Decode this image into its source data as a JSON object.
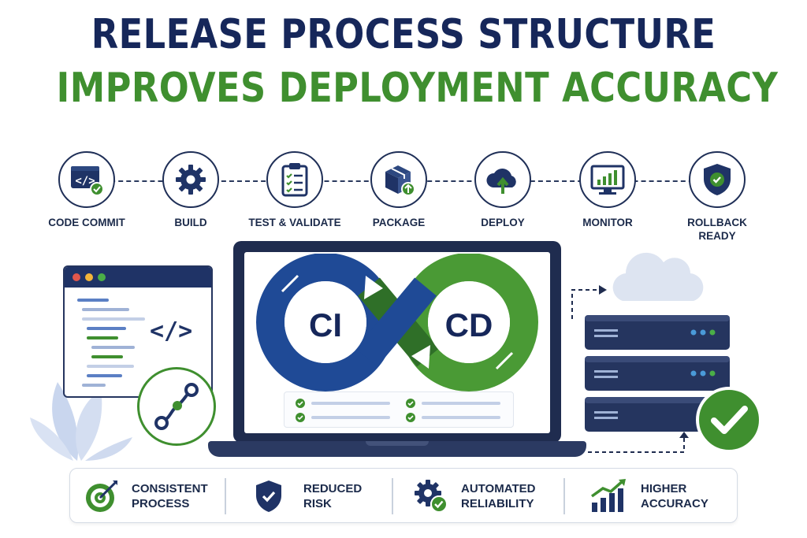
{
  "header": {
    "title_line1": "RELEASE PROCESS STRUCTURE",
    "title_line2": "IMPROVES DEPLOYMENT ACCURACY"
  },
  "pipeline": {
    "stages": [
      {
        "label": "CODE COMMIT",
        "icon": "code-commit-icon"
      },
      {
        "label": "BUILD",
        "icon": "gear-icon"
      },
      {
        "label": "TEST & VALIDATE",
        "icon": "clipboard-checklist-icon"
      },
      {
        "label": "PACKAGE",
        "icon": "package-box-icon"
      },
      {
        "label": "DEPLOY",
        "icon": "cloud-upload-icon"
      },
      {
        "label": "MONITOR",
        "icon": "monitor-chart-icon"
      },
      {
        "label": "ROLLBACK\nREADY",
        "icon": "shield-check-icon"
      }
    ]
  },
  "illustration": {
    "code_symbol": "</>",
    "ci_label": "CI",
    "cd_label": "CD"
  },
  "benefits": [
    {
      "line1": "CONSISTENT",
      "line2": "PROCESS",
      "icon": "target-icon"
    },
    {
      "line1": "REDUCED",
      "line2": "RISK",
      "icon": "shield-check-icon"
    },
    {
      "line1": "AUTOMATED",
      "line2": "RELIABILITY",
      "icon": "gear-check-icon"
    },
    {
      "line1": "HIGHER",
      "line2": "ACCURACY",
      "icon": "growth-chart-icon"
    }
  ],
  "colors": {
    "navy": "#16275a",
    "green": "#3f8f2f",
    "ci_blue": "#1f4a96",
    "cd_green": "#4a9a35"
  }
}
